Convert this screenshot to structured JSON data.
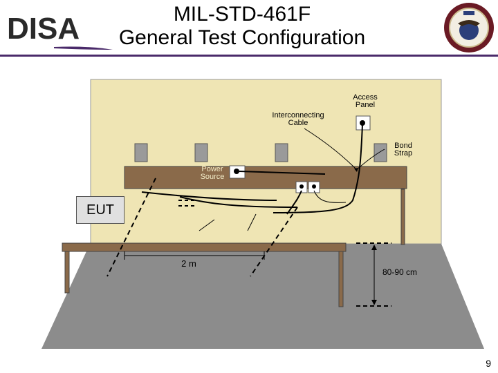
{
  "slide": {
    "title_line1": "MIL-STD-461F",
    "title_line2": "General Test Configuration",
    "logo_text": "DISA",
    "page_number": "9"
  },
  "labels": {
    "access_panel_line1": "Access",
    "access_panel_line2": "Panel",
    "interconnecting_cable_line1": "Interconnecting",
    "interconnecting_cable_line2": "Cable",
    "bond_strap_line1": "Bond",
    "bond_strap_line2": "Strap",
    "power_source_line1": "Power",
    "power_source_line2": "Source",
    "eut": "EUT",
    "two_m": "2 m",
    "height": "80-90 cm"
  },
  "colors": {
    "wall": "#efe5b4",
    "floor": "#8c8c8c",
    "bench": "#8a6a4a",
    "title_rule": "#4a2a6a",
    "seal": "#6a1a24"
  }
}
